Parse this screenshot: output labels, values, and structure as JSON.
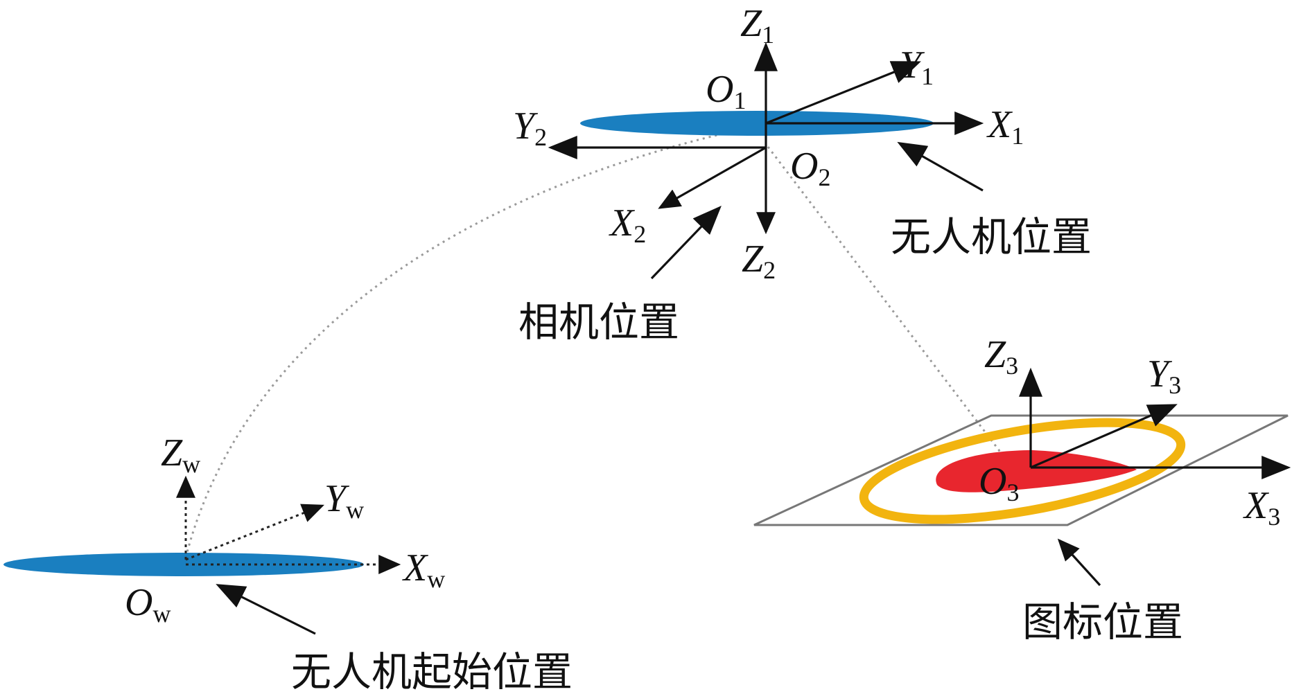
{
  "colors": {
    "drone_disc": "#1a7fc0",
    "target_red": "#e8262e",
    "target_ring": "#f2b40f",
    "axis": "#111111",
    "path": "#9a9a9a"
  },
  "frames": {
    "world": {
      "origin": "O",
      "origin_sub": "w",
      "x": "X",
      "x_sub": "w",
      "y": "Y",
      "y_sub": "w",
      "z": "Z",
      "z_sub": "w"
    },
    "drone": {
      "origin": "O",
      "origin_sub": "1",
      "x": "X",
      "x_sub": "1",
      "y": "Y",
      "y_sub": "1",
      "z": "Z",
      "z_sub": "1"
    },
    "camera": {
      "origin": "O",
      "origin_sub": "2",
      "x": "X",
      "x_sub": "2",
      "y": "Y",
      "y_sub": "2",
      "z": "Z",
      "z_sub": "2"
    },
    "marker": {
      "origin": "O",
      "origin_sub": "3",
      "x": "X",
      "x_sub": "3",
      "y": "Y",
      "y_sub": "3",
      "z": "Z",
      "z_sub": "3"
    }
  },
  "captions": {
    "drone_position": "无人机位置",
    "camera_position": "相机位置",
    "marker_position": "图标位置",
    "drone_start_position": "无人机起始位置"
  }
}
